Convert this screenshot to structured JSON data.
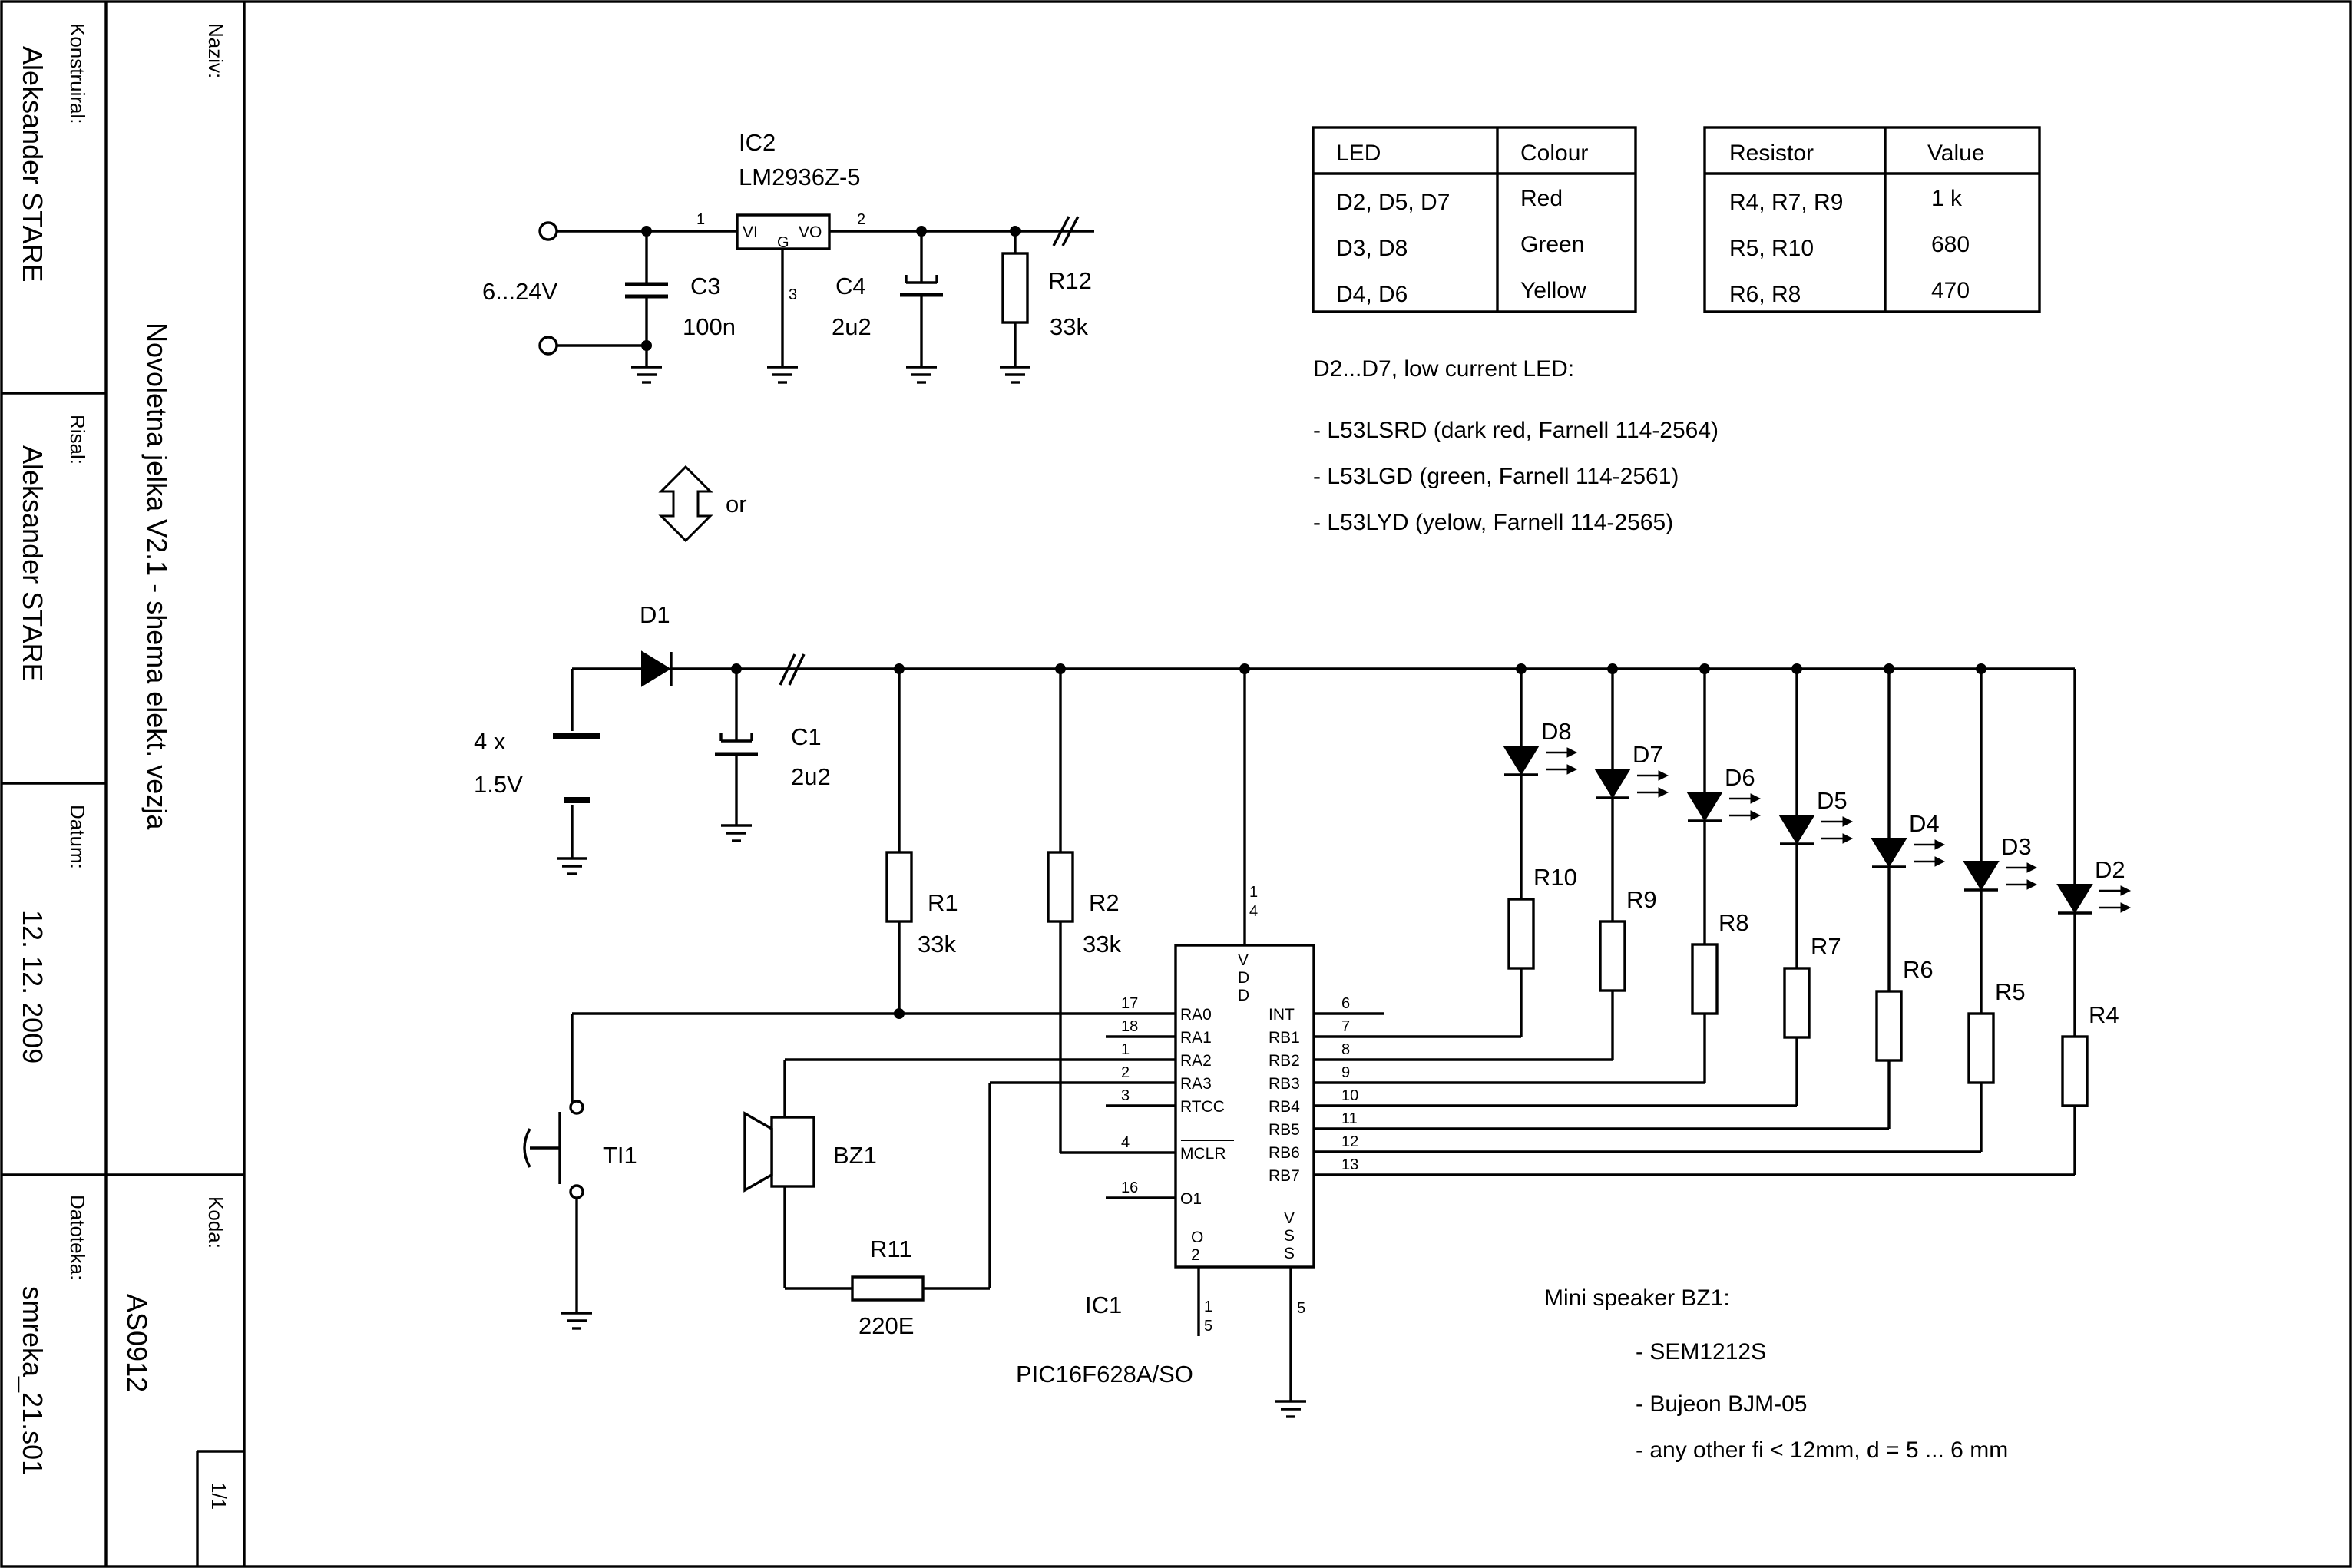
{
  "title_block": {
    "naziv_label": "Naziv:",
    "title": "Novoletna jelka V2.1 - shema elekt. vezja",
    "konstruiral_label": "Konstruiral:",
    "konstruiral": "Aleksander STARE",
    "risal_label": "Risal:",
    "risal": "Aleksander STARE",
    "datum_label": "Datum:",
    "datum": "12. 12. 2009",
    "datoteka_label": "Datoteka:",
    "datoteka": "smreka_21.s01",
    "koda_label": "Koda:",
    "koda": "AS0912",
    "sheet": "1/1"
  },
  "regulator": {
    "ref": "IC2",
    "part": "LM2936Z-5",
    "input": "6...24V",
    "vi": "VI",
    "vo": "VO",
    "g": "G",
    "pin_in": "1",
    "pin_out": "2",
    "pin_gnd": "3",
    "c3_ref": "C3",
    "c3_val": "100n",
    "c4_ref": "C4",
    "c4_val": "2u2",
    "r12_ref": "R12",
    "r12_val": "33k"
  },
  "or_label": "or",
  "battery": {
    "count": "4 x",
    "voltage": "1.5V",
    "d1": "D1",
    "c1_ref": "C1",
    "c1_val": "2u2"
  },
  "mcu": {
    "ref": "IC1",
    "part": "PIC16F628A/SO",
    "vdd": [
      "V",
      "D",
      "D"
    ],
    "vss": [
      "V",
      "S",
      "S"
    ],
    "o2": [
      "O",
      "2"
    ],
    "vdd_pin": [
      "1",
      "4"
    ],
    "o2_pin": [
      "1",
      "5"
    ],
    "vss_pin": "5",
    "left_pins": [
      {
        "num": "17",
        "name": "RA0"
      },
      {
        "num": "18",
        "name": "RA1"
      },
      {
        "num": "1",
        "name": "RA2"
      },
      {
        "num": "2",
        "name": "RA3"
      },
      {
        "num": "3",
        "name": "RTCC"
      },
      {
        "num": "4",
        "name": "MCLR"
      },
      {
        "num": "16",
        "name": "O1"
      }
    ],
    "right_pins": [
      {
        "num": "6",
        "name": "INT"
      },
      {
        "num": "7",
        "name": "RB1"
      },
      {
        "num": "8",
        "name": "RB2"
      },
      {
        "num": "9",
        "name": "RB3"
      },
      {
        "num": "10",
        "name": "RB4"
      },
      {
        "num": "11",
        "name": "RB5"
      },
      {
        "num": "12",
        "name": "RB6"
      },
      {
        "num": "13",
        "name": "RB7"
      }
    ]
  },
  "resistors": {
    "r1_ref": "R1",
    "r1_val": "33k",
    "r2_ref": "R2",
    "r2_val": "33k",
    "r11_ref": "R11",
    "r11_val": "220E"
  },
  "ti1": "TI1",
  "bz1": "BZ1",
  "leds": [
    {
      "led": "D8",
      "res": "R10"
    },
    {
      "led": "D7",
      "res": "R9"
    },
    {
      "led": "D6",
      "res": "R8"
    },
    {
      "led": "D5",
      "res": "R7"
    },
    {
      "led": "D4",
      "res": "R6"
    },
    {
      "led": "D3",
      "res": "R5"
    },
    {
      "led": "D2",
      "res": "R4"
    }
  ],
  "led_table": {
    "headers": [
      "LED",
      "Colour"
    ],
    "rows": [
      [
        "D2, D5, D7",
        "Red"
      ],
      [
        "D3, D8",
        "Green"
      ],
      [
        "D4, D6",
        "Yellow"
      ]
    ]
  },
  "res_table": {
    "headers": [
      "Resistor",
      "Value"
    ],
    "rows": [
      [
        "R4, R7, R9",
        "1 k"
      ],
      [
        "R5, R10",
        "680"
      ],
      [
        "R6, R8",
        "470"
      ]
    ]
  },
  "led_notes": {
    "heading": "D2...D7, low current LED:",
    "items": [
      "- L53LSRD (dark red, Farnell 114-2564)",
      "- L53LGD (green, Farnell 114-2561)",
      "- L53LYD (yelow, Farnell 114-2565)"
    ]
  },
  "speaker_notes": {
    "heading": "Mini speaker BZ1:",
    "items": [
      "- SEM1212S",
      "- Bujeon BJM-05",
      "- any other fi < 12mm, d = 5 ... 6 mm"
    ]
  }
}
